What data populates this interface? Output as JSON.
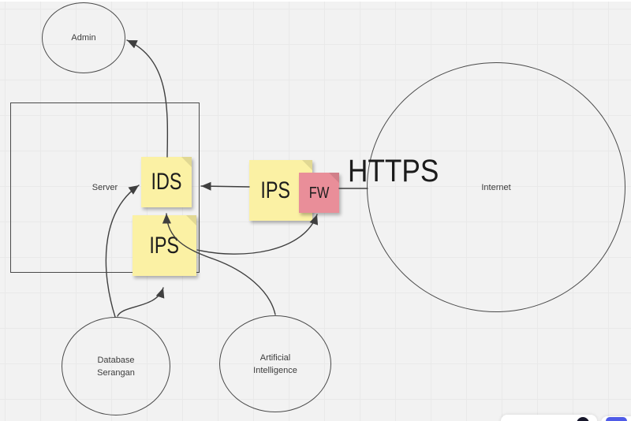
{
  "canvas": {
    "background_color": "#f2f2f2",
    "grid_color": "#e9e9e9",
    "stroke_color": "#3f3f3f"
  },
  "shapes": {
    "admin": {
      "label": "Admin"
    },
    "server": {
      "label": "Server"
    },
    "internet": {
      "label": "Internet"
    },
    "database": {
      "label": "Database Serangan"
    },
    "ai": {
      "label": "Artificial Intelligence"
    },
    "ids_note": {
      "label": "IDS",
      "color": "#fbf1a4"
    },
    "ips_note_inner": {
      "label": "IPS",
      "color": "#fbf1a4"
    },
    "ips_note_outer": {
      "label": "IPS",
      "color": "#fbf1a4"
    },
    "fw_note": {
      "label": "FW",
      "color": "#e98e99"
    },
    "https_text": {
      "label": "HTTPS"
    }
  },
  "footer": {
    "button_blue": "#4f5be7"
  }
}
